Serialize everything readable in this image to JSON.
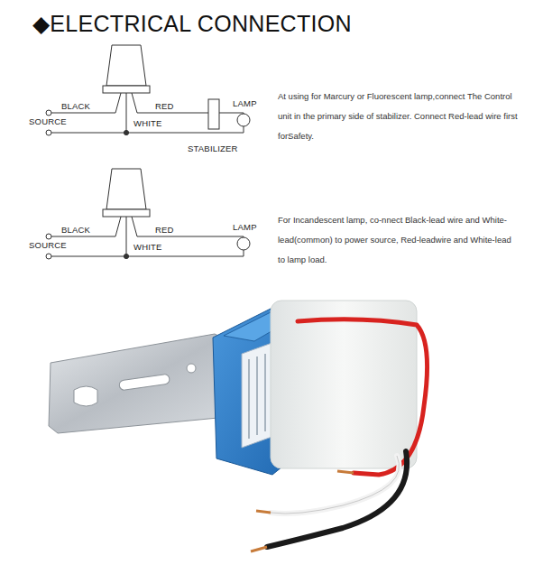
{
  "diagram": {
    "title": "◆ELECTRICAL CONNECTION",
    "labels": [
      "BLACK",
      "RED",
      "SOURCE",
      "WHITE",
      "LAMP",
      "STABILIZER",
      "At using for Marcury or Fluorescent lamp,connect The Control unit in the primary side of stabilizer. Connect Red-lead wire first forSafety.",
      "BLACK",
      "RED",
      "SOURCE",
      "WHITE",
      "LAMP",
      "For Incandescent lamp, co-nnect Black-lead wire and White-lead(common) to power source, Red-leadwire and White-lead to lamp load."
    ]
  }
}
